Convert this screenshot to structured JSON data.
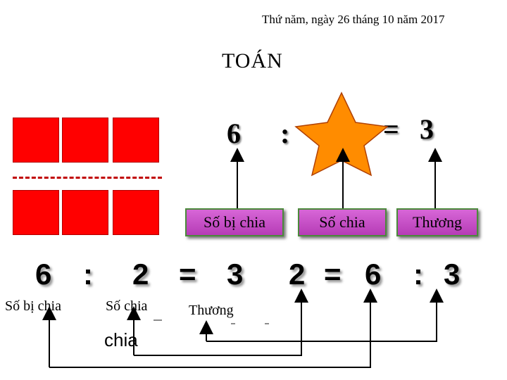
{
  "header": {
    "date": "Thứ năm, ngày 26 tháng 10 năm 2017"
  },
  "title": "TOÁN",
  "equation_top": {
    "dividend": "6",
    "op": ":",
    "equals": "=",
    "result": "3"
  },
  "term_boxes": [
    "Số bị chia",
    "Số chia",
    "Thương"
  ],
  "equation_row": [
    "6",
    ":",
    "2",
    "=",
    "3"
  ],
  "equation_row_right": [
    "2",
    "=",
    "6",
    ":",
    "3"
  ],
  "bottom_labels": {
    "dividend": "Số bị chia",
    "divisor": "Số chia",
    "quotient": "Thương",
    "chia": "chia"
  },
  "colors": {
    "square": "#ff0000",
    "star": "#ff8c00",
    "box": "#c050c0",
    "dash": "#c00000"
  },
  "icons": {
    "star": "star-icon"
  }
}
